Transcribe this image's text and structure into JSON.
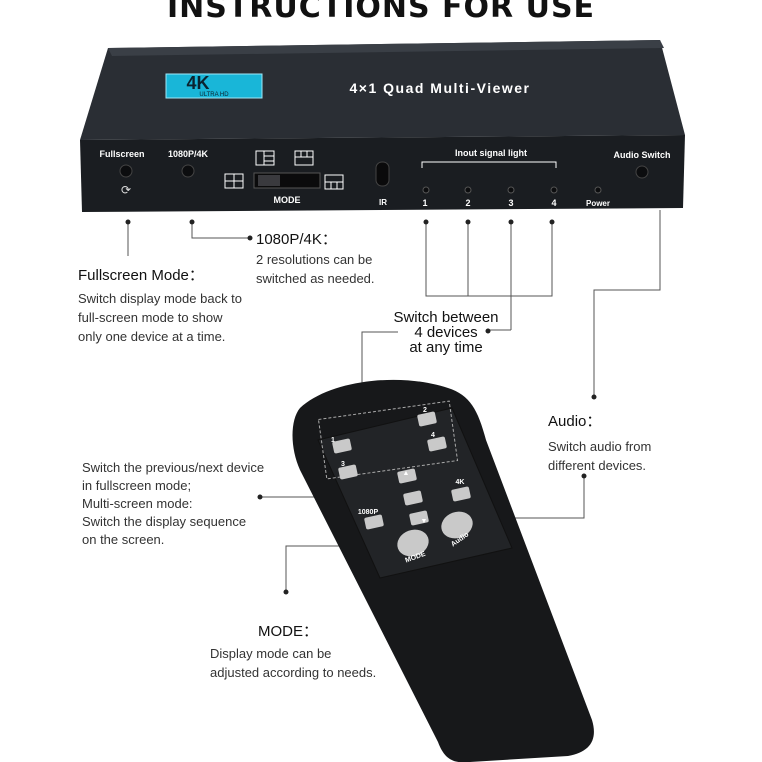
{
  "title": "INSTRUCTIONS FOR USE",
  "device": {
    "badge_main": "4K",
    "badge_sub": "ULTRA HD",
    "name": "4×1 Quad Multi-Viewer",
    "labels": {
      "fullscreen": "Fullscreen",
      "res": "1080P/4K",
      "mode": "MODE",
      "ir": "IR",
      "signal": "Inout signal light",
      "audio_switch": "Audio Switch",
      "power": "Power",
      "ch1": "1",
      "ch2": "2",
      "ch3": "3",
      "ch4": "4"
    }
  },
  "annotations": {
    "fullscreen": {
      "heading": "Fullscreen Mode：",
      "lines": [
        "Switch display mode back to",
        "full-screen mode to show",
        "only one device at a time."
      ]
    },
    "res": {
      "heading": "1080P/4K：",
      "lines": [
        "2 resolutions can be",
        "switched as needed."
      ]
    },
    "switch": {
      "lines": [
        "Switch between",
        "4 devices",
        "at any time"
      ]
    },
    "audio": {
      "heading": "Audio：",
      "lines": [
        "Switch audio from",
        "different devices."
      ]
    },
    "prevnext": {
      "lines": [
        "Switch the previous/next device",
        "in fullscreen mode;",
        "Multi-screen mode:",
        "Switch the display sequence",
        "on the screen."
      ]
    },
    "mode": {
      "heading": "MODE：",
      "lines": [
        "Display mode can be",
        "adjusted according to needs."
      ]
    }
  },
  "remote": {
    "btn1": "1",
    "btn2": "2",
    "btn3": "3",
    "btn4": "4",
    "btn_4k": "4K",
    "btn_1080p": "1080P",
    "btn_mode": "MODE",
    "btn_audio": "Audio"
  },
  "colors": {
    "device": "#1c1f24",
    "badge": "#19b6d8",
    "remote": "#161719",
    "button": "#c9c9c9",
    "line": "#555555"
  }
}
